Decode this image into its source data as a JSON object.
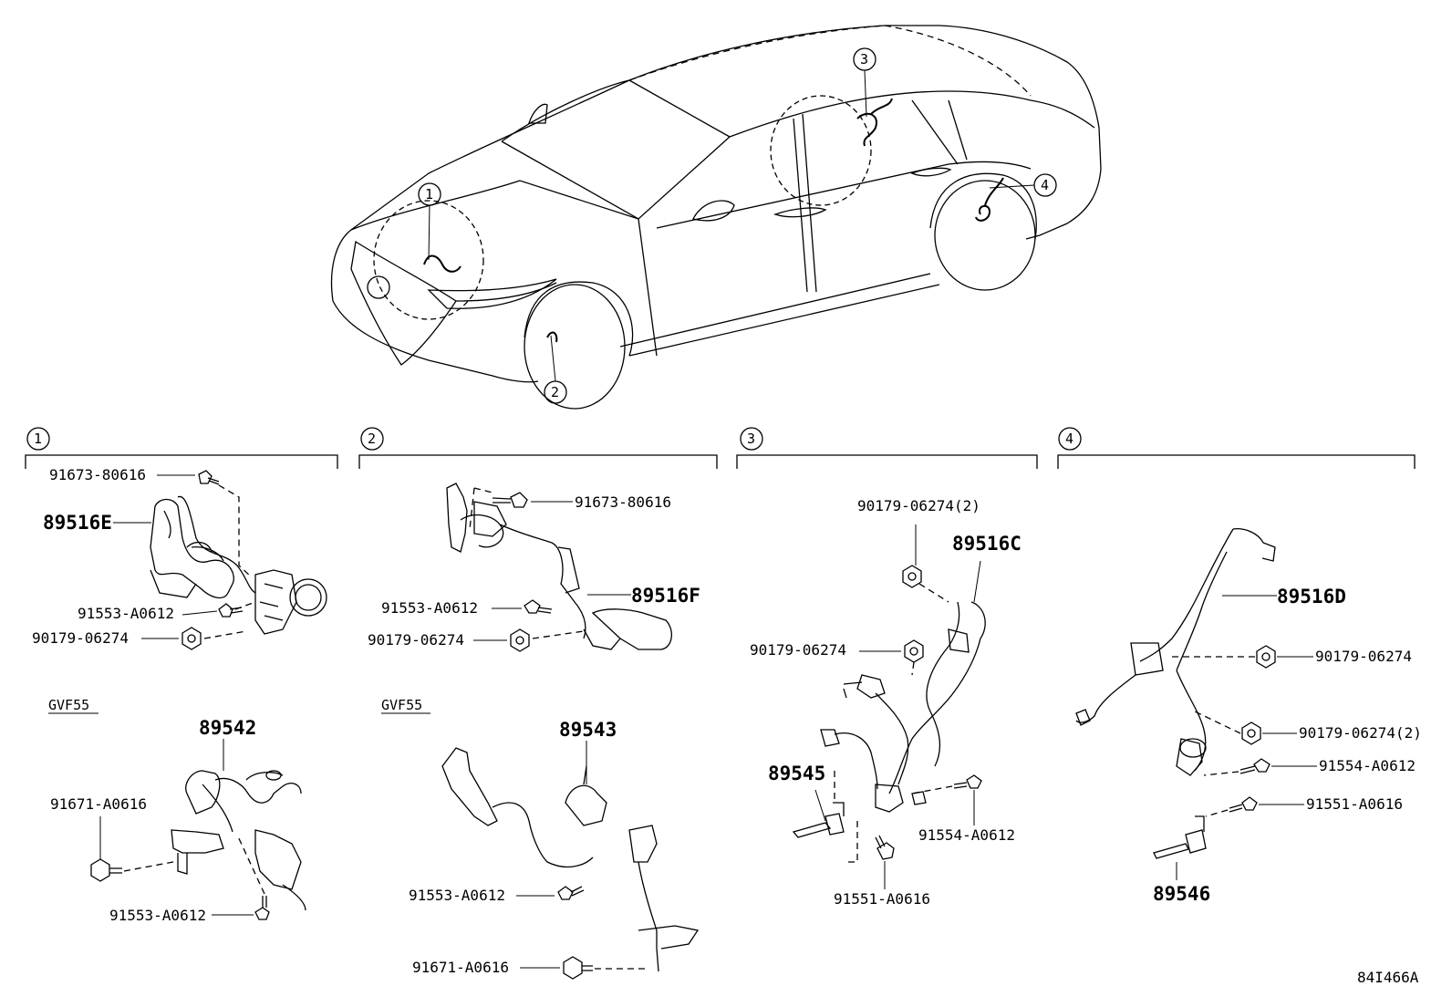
{
  "diagram_code": "84I466A",
  "overview": {
    "callouts": [
      "1",
      "2",
      "3",
      "4"
    ]
  },
  "sections": [
    {
      "number": "1",
      "upper_parts": {
        "main_part": "89516E",
        "fasteners": [
          "91673-80616",
          "91553-A0612",
          "90179-06274"
        ]
      },
      "variant_label": "GVF55",
      "lower_parts": {
        "main_part": "89542",
        "fasteners": [
          "91671-A0616",
          "91553-A0612"
        ]
      }
    },
    {
      "number": "2",
      "upper_parts": {
        "main_part": "89516F",
        "fasteners": [
          "91673-80616",
          "91553-A0612",
          "90179-06274"
        ]
      },
      "variant_label": "GVF55",
      "lower_parts": {
        "main_part": "89543",
        "fasteners": [
          "91553-A0612",
          "91671-A0616"
        ]
      }
    },
    {
      "number": "3",
      "parts": {
        "main_part": "89516C",
        "sensor": "89545",
        "fasteners": [
          "90179-06274(2)",
          "90179-06274",
          "91554-A0612",
          "91551-A0616"
        ]
      }
    },
    {
      "number": "4",
      "parts": {
        "main_part": "89516D",
        "sensor": "89546",
        "fasteners": [
          "90179-06274",
          "90179-06274(2)",
          "91554-A0612",
          "91551-A0616"
        ]
      }
    }
  ]
}
